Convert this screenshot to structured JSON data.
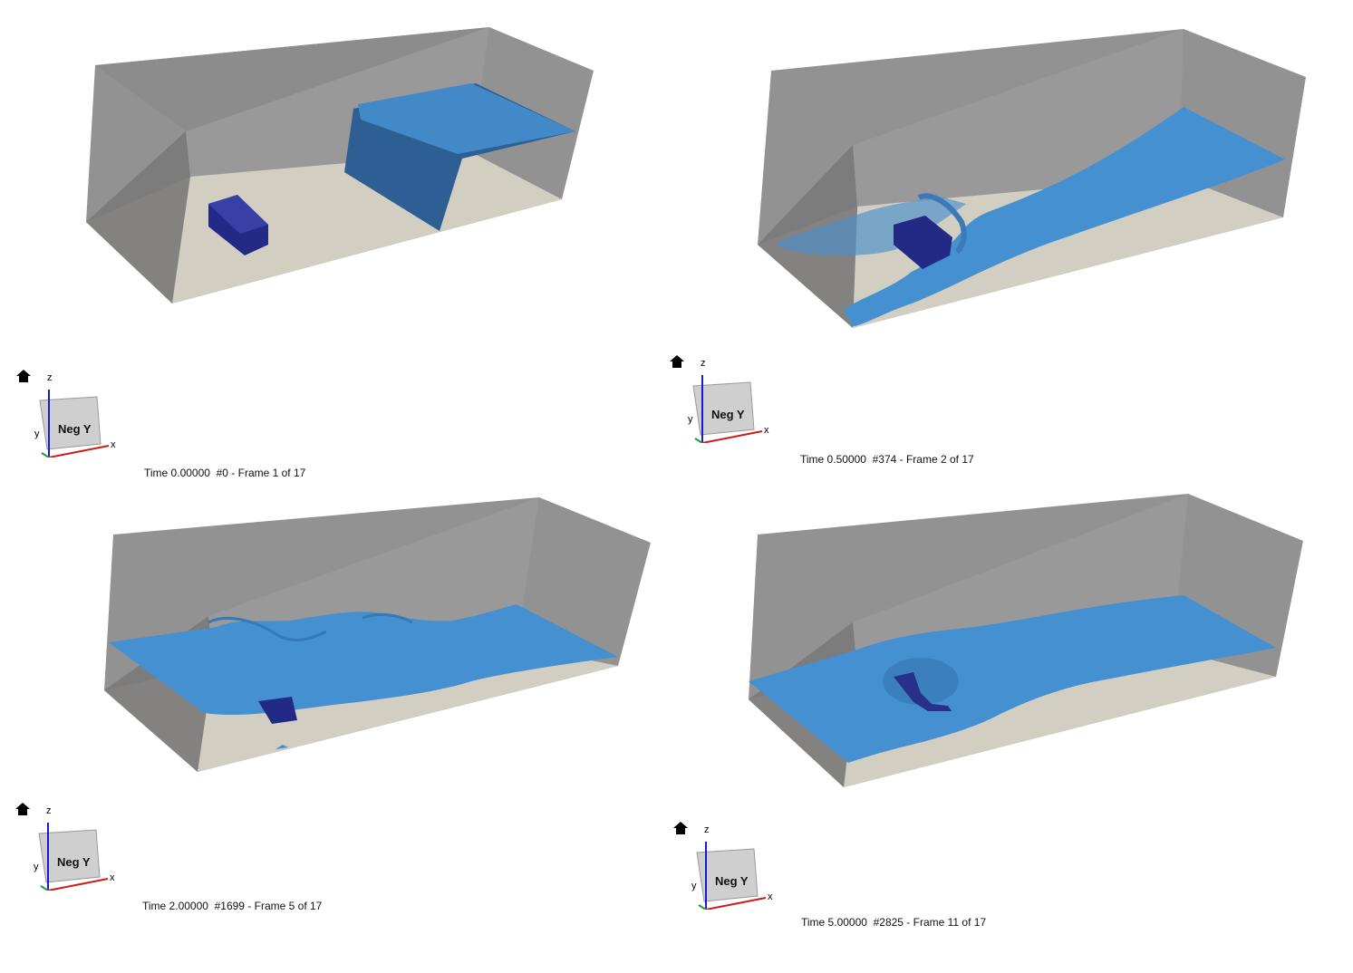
{
  "colors": {
    "tank_wall": "#7f7f7f",
    "tank_floor": "#d2cec2",
    "water": "#3f8fd2",
    "water_dark": "#2a5f96",
    "obstacle": "#28308a",
    "axis_x": "#cc1b1b",
    "axis_y": "#1e9e2a",
    "axis_z": "#1a1ad2"
  },
  "panels": [
    {
      "caption": "Time 0.00000  #0 - Frame 1 of 17",
      "orientation": {
        "cube_label": "Neg Y",
        "x_label": "x",
        "y_label": "y",
        "z_label": "z",
        "home_icon": "home-icon"
      }
    },
    {
      "caption": "Time 0.50000  #374 - Frame 2 of 17",
      "orientation": {
        "cube_label": "Neg Y",
        "x_label": "x",
        "y_label": "y",
        "z_label": "z",
        "home_icon": "home-icon"
      }
    },
    {
      "caption": "Time 2.00000  #1699 - Frame 5 of 17",
      "orientation": {
        "cube_label": "Neg Y",
        "x_label": "x",
        "y_label": "y",
        "z_label": "z",
        "home_icon": "home-icon"
      }
    },
    {
      "caption": "Time 5.00000  #2825 - Frame 11 of 17",
      "orientation": {
        "cube_label": "Neg Y",
        "x_label": "x",
        "y_label": "y",
        "z_label": "z",
        "home_icon": "home-icon"
      }
    }
  ]
}
